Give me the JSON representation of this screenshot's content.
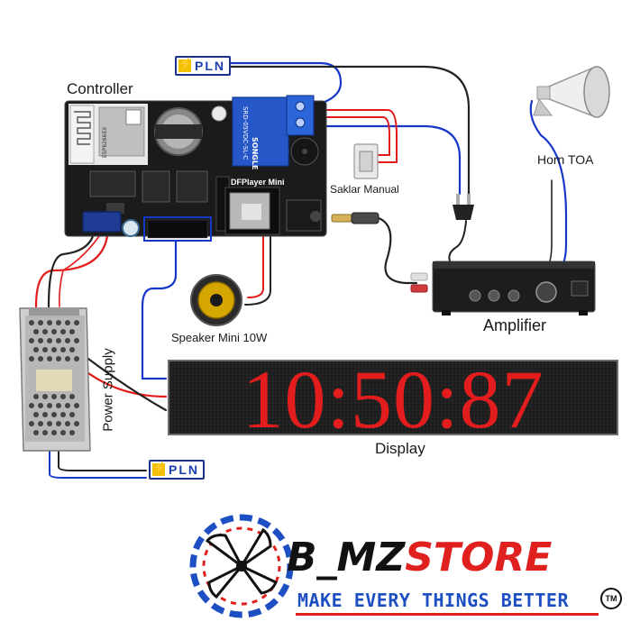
{
  "labels": {
    "controller": "Controller",
    "horn": "Horn TOA",
    "switch": "Saklar Manual",
    "dfplayer": "DFPlayer Mini",
    "amplifier": "Amplifier",
    "speaker": "Speaker Mini 10W",
    "power_supply": "Power Supply",
    "display": "Display"
  },
  "pln": {
    "label": "PLN"
  },
  "module_text": {
    "esp": "ESP8266EX",
    "relay_brand": "SONGLE",
    "relay_model": "SRD-05VDC-SL-C"
  },
  "display": {
    "time": "10:50:87"
  },
  "brand": {
    "name_a": "B_MZ",
    "name_b": "STORE",
    "tagline": "MAKE EVERY THINGS BETTER",
    "tm": "TM"
  },
  "colors": {
    "wire_blue": "#1638c9",
    "wire_red": "#e21b1b",
    "wire_black": "#222222",
    "pcb": "#1b1b1b",
    "led_red": "#e31d1d",
    "brand_red": "#e0201f",
    "brand_blue": "#1d4fc3"
  }
}
